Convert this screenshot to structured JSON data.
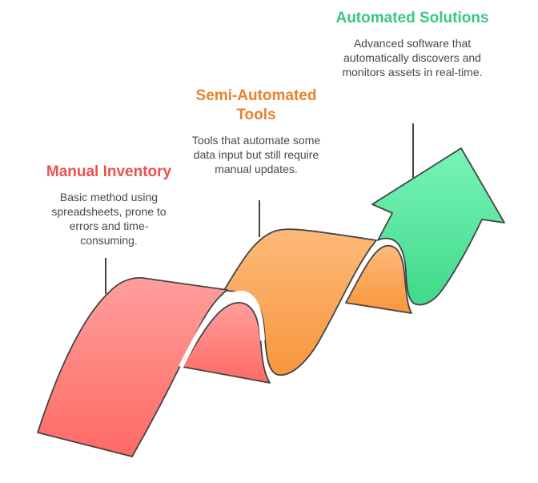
{
  "stages": [
    {
      "id": "manual",
      "title": "Manual Inventory",
      "description": "Basic method using spreadsheets, prone to errors and time-consuming.",
      "color": "#E8534F",
      "fill_top": "#FF9B9B",
      "fill_bottom": "#FF6B66"
    },
    {
      "id": "semi",
      "title": "Semi-Automated Tools",
      "description": "Tools that automate some data input but still require manual updates.",
      "color": "#E8822C",
      "fill_top": "#FDB877",
      "fill_bottom": "#F7983F"
    },
    {
      "id": "auto",
      "title": "Automated Solutions",
      "description": "Advanced software that automatically discovers and monitors assets in real-time.",
      "color": "#3CC67F",
      "fill_top": "#74F2B5",
      "fill_bottom": "#41D98B"
    }
  ],
  "outline_color": "#444444"
}
